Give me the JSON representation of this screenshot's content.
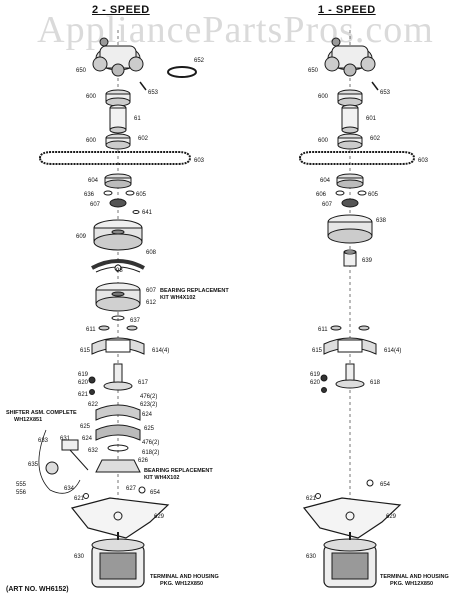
{
  "headers": {
    "left": "2 - SPEED",
    "right": "1 - SPEED"
  },
  "watermark": "AppliancePartsPros.com",
  "art_no": "(ART NO. WH6152)",
  "notes": {
    "bearing_upper_1": "BEARING REPLACEMENT",
    "bearing_upper_2": "KIT WH4X102",
    "bearing_lower_1": "BEARING REPLACEMENT",
    "bearing_lower_2": "KIT WH4X102",
    "shifter_1": "SHIFTER ASM. COMPLETE",
    "shifter_2": "WH12X851",
    "terminal_left_1": "TERMINAL AND HOUSING",
    "terminal_left_2": "PKG. WH12X850",
    "terminal_right_1": "TERMINAL AND HOUSING",
    "terminal_right_2": "PKG. WH12X850"
  },
  "labels": {
    "l650": "650",
    "l652": "652",
    "l653": "653",
    "l600a": "600",
    "l61": "61",
    "l600b": "600",
    "l602": "602",
    "l603": "603",
    "l604": "604",
    "l636": "636",
    "l605": "605",
    "l607": "607",
    "l641": "641",
    "l609": "609",
    "l608": "608",
    "l98": "98",
    "l607b": "607",
    "l612": "612",
    "l637": "637",
    "l611": "611",
    "l615": "615",
    "l614": "614(4)",
    "l619": "619",
    "l620": "620",
    "l617": "617",
    "l621": "621",
    "l476a": "476(2)",
    "l623a": "623(2)",
    "l622": "622",
    "l624a": "624",
    "l625a": "625",
    "l624b": "624",
    "l625b": "625",
    "l476b": "476(2)",
    "l633": "633",
    "l631": "631",
    "l632": "632",
    "l618a": "618(2)",
    "l626": "626",
    "l635": "635",
    "l555": "555",
    "l556": "556",
    "l634": "634",
    "l627": "627",
    "l654a": "654",
    "l621b": "621",
    "l629a": "629",
    "l630a": "630",
    "r650": "650",
    "r653": "653",
    "r600a": "600",
    "r601": "601",
    "r600b": "600",
    "r602": "602",
    "r603": "603",
    "r604": "604",
    "r606": "606",
    "r605": "605",
    "r607": "607",
    "r638": "638",
    "r639": "639",
    "r611": "611",
    "r615": "615",
    "r614": "614(4)",
    "r619": "619",
    "r620": "620",
    "r618": "618",
    "r654": "654",
    "r621": "621",
    "r629": "629",
    "r630": "630"
  },
  "colors": {
    "ink": "#1a1a1a",
    "paper": "#ffffff",
    "watermark": "#969696"
  }
}
